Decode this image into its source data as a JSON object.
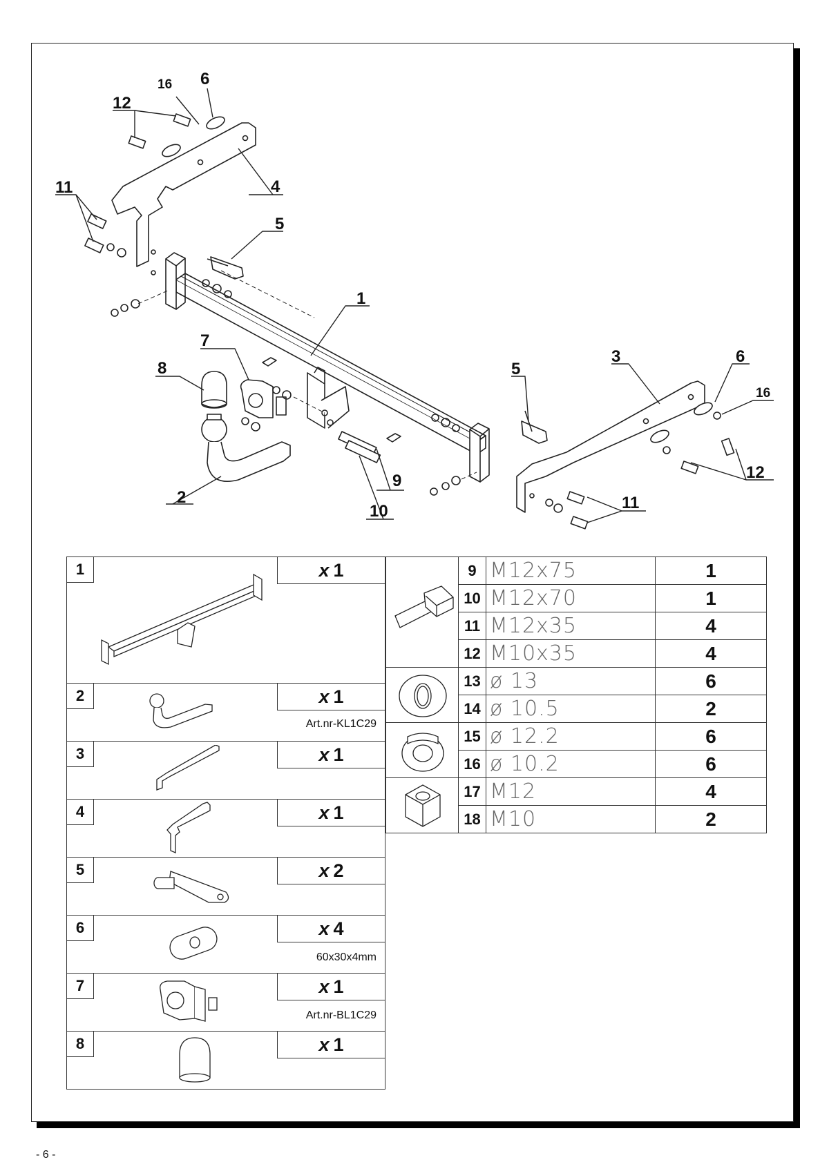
{
  "callouts": {
    "c1": "1",
    "c2": "2",
    "c3": "3",
    "c4": "4",
    "c5a": "5",
    "c5b": "5",
    "c6a": "6",
    "c6b": "6",
    "c7": "7",
    "c8": "8",
    "c9": "9",
    "c10": "10",
    "c11a": "11",
    "c11b": "11",
    "c12a": "12",
    "c12b": "12",
    "c16a": "16",
    "c16b": "16"
  },
  "parts": [
    {
      "num": "1",
      "x": "x",
      "qty": "1",
      "note": ""
    },
    {
      "num": "2",
      "x": "x",
      "qty": "1",
      "note": "Art.nr-KL1C29"
    },
    {
      "num": "3",
      "x": "x",
      "qty": "1",
      "note": ""
    },
    {
      "num": "4",
      "x": "x",
      "qty": "1",
      "note": ""
    },
    {
      "num": "5",
      "x": "x",
      "qty": "2",
      "note": ""
    },
    {
      "num": "6",
      "x": "x",
      "qty": "4",
      "note": "60x30x4mm"
    },
    {
      "num": "7",
      "x": "x",
      "qty": "1",
      "note": "Art.nr-BL1C29"
    },
    {
      "num": "8",
      "x": "x",
      "qty": "1",
      "note": ""
    }
  ],
  "hardware": [
    {
      "num": "9",
      "size": "M12x75",
      "count": "1"
    },
    {
      "num": "10",
      "size": "M12x70",
      "count": "1"
    },
    {
      "num": "11",
      "size": "M12x35",
      "count": "4"
    },
    {
      "num": "12",
      "size": "M10x35",
      "count": "4"
    },
    {
      "num": "13",
      "size": "ø 13",
      "count": "6"
    },
    {
      "num": "14",
      "size": "ø 10.5",
      "count": "2"
    },
    {
      "num": "15",
      "size": "ø 12.2",
      "count": "6"
    },
    {
      "num": "16",
      "size": "ø 10.2",
      "count": "6"
    },
    {
      "num": "17",
      "size": "M12",
      "count": "4"
    },
    {
      "num": "18",
      "size": "M10",
      "count": "2"
    }
  ],
  "footer": {
    "page": "- 6 -"
  }
}
